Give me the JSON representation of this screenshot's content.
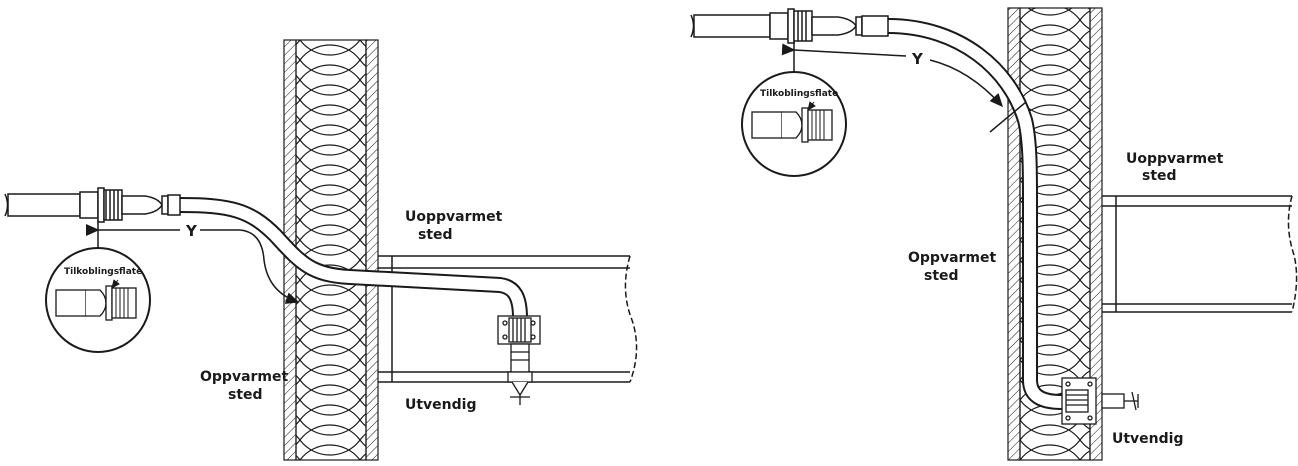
{
  "left": {
    "labels": {
      "unheated_1": "Uoppvarmet",
      "unheated_2": "sted",
      "heated_1": "Oppvarmet",
      "heated_2": "sted",
      "outside": "Utvendig",
      "connection": "Tilkoblingsflate",
      "y": "Y"
    }
  },
  "right": {
    "labels": {
      "unheated_1": "Uoppvarmet",
      "unheated_2": "sted",
      "heated_1": "Oppvarmet",
      "heated_2": "sted",
      "outside": "Utvendig",
      "connection": "Tilkoblingsflate",
      "y": "Y"
    }
  },
  "colors": {
    "line": "#1a1a1a",
    "background": "#ffffff"
  }
}
